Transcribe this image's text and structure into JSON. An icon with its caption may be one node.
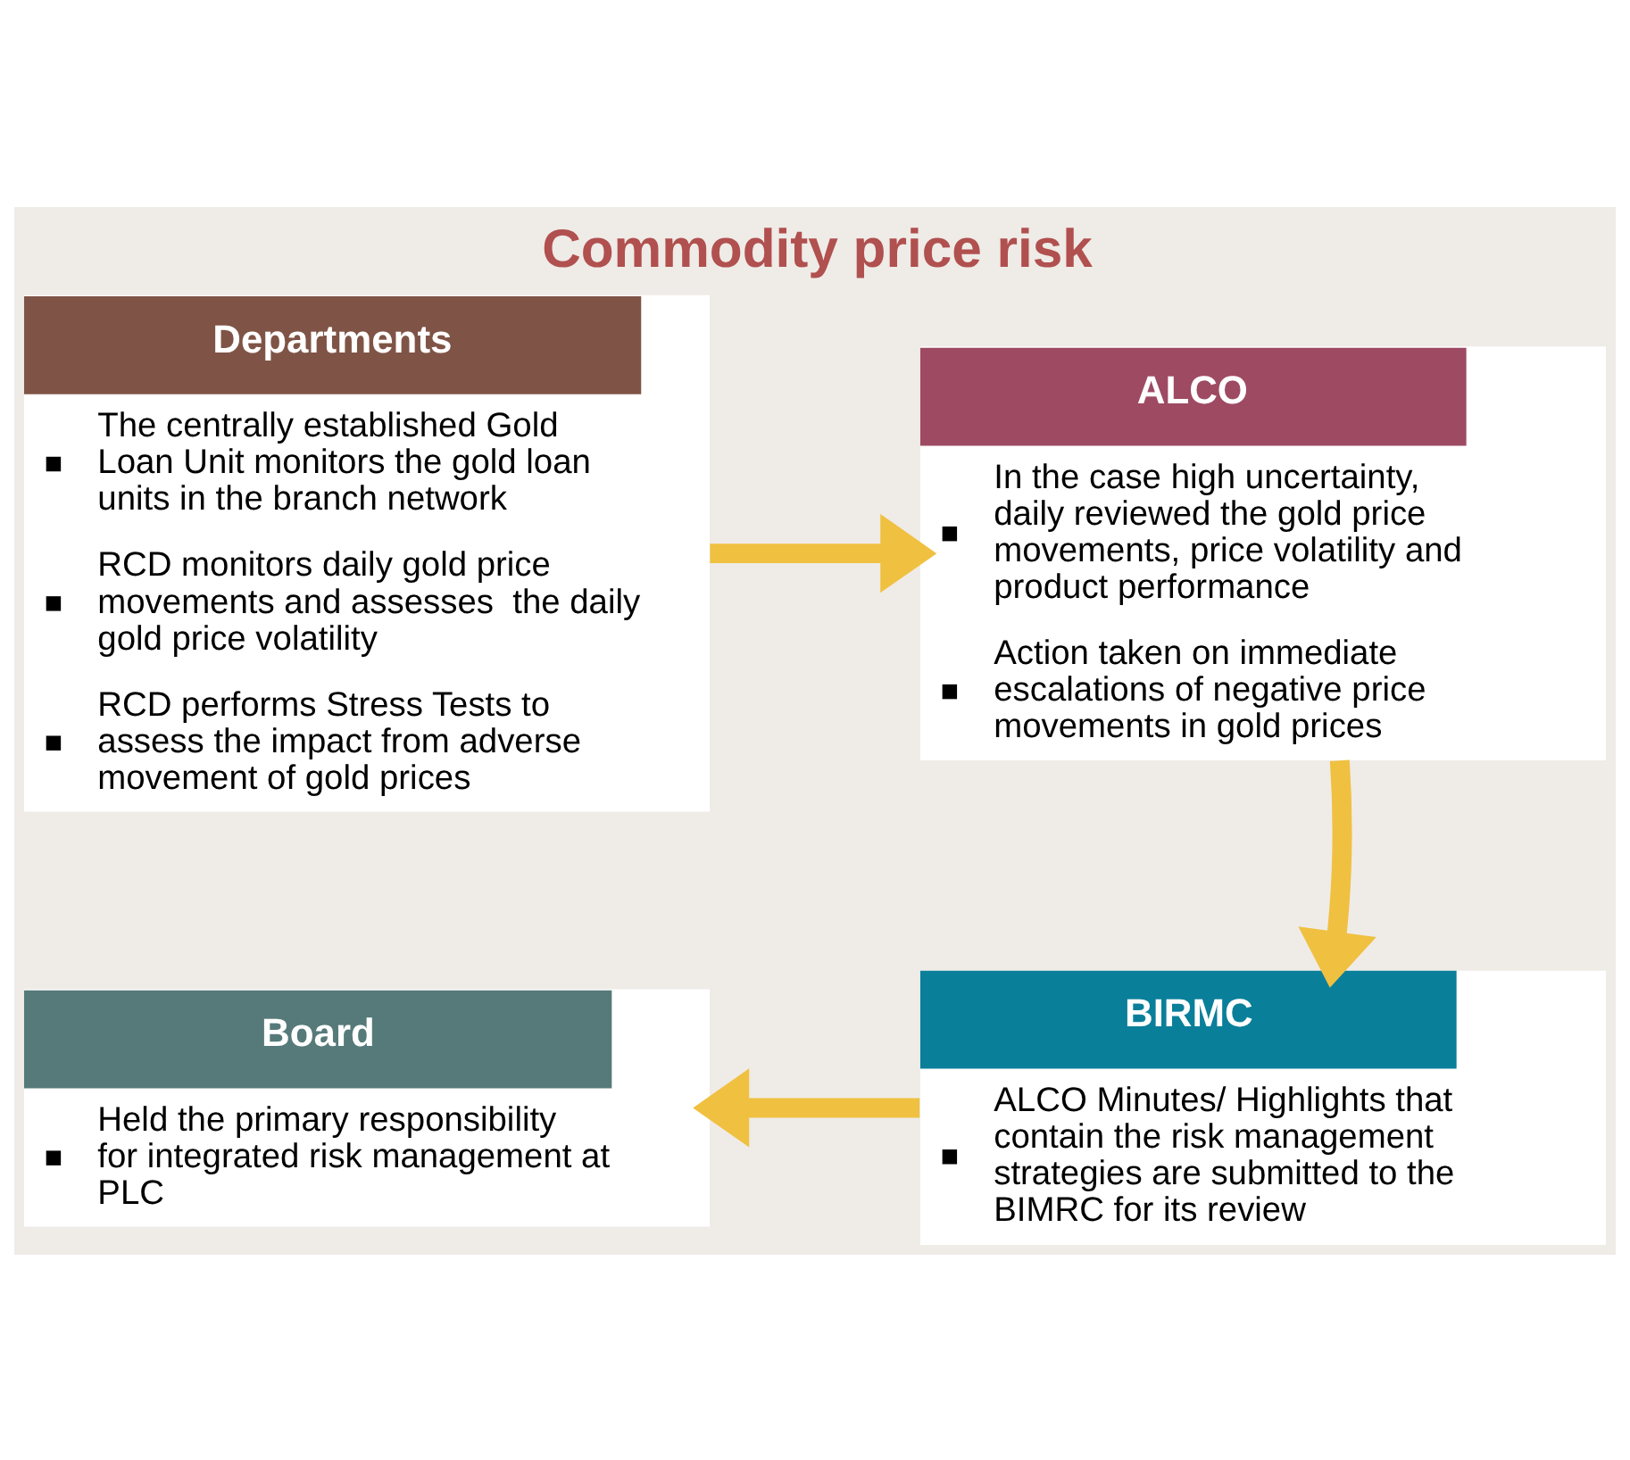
{
  "diagram": {
    "title": "Commodity price risk",
    "nodes": [
      {
        "text": [
          "Departments",
          "The centrally established Gold Loan Unit monitors the gold loan units in the branch network",
          "RCD monitors daily gold price movements and assesses  the daily gold price volatility",
          "RCD performs Stress Tests to assess the impact from adverse movement of gold prices"
        ]
      },
      {
        "text": [
          "ALCO",
          "In the case high uncertainty, daily reviewed the gold price movements, price volatility and product performance",
          "Action taken on immediate escalations of negative price movements in gold prices"
        ]
      },
      {
        "text": [
          "Board",
          "Held the primary responsibility for integrated risk management at PLC"
        ]
      },
      {
        "text": [
          "BIRMC",
          "ALCO Minutes/ Highlights that contain the risk management strategies are submitted to the BIMRC for its review"
        ]
      }
    ],
    "edges": [
      {
        "from": 0,
        "to": 1,
        "arrow": "to"
      },
      {
        "from": 1,
        "to": 3,
        "arrow": "to"
      },
      {
        "from": 3,
        "to": 2,
        "arrow": "to"
      }
    ]
  }
}
